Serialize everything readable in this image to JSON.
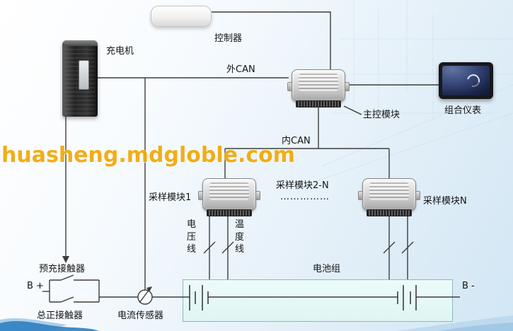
{
  "watermark": "huasheng.mdgloble.com",
  "devices": {
    "controller": "控制器",
    "charger": "充电机",
    "main_module": "主控模块",
    "instrument_cluster": "组合仪表",
    "sampling_module_1": "采样模块1",
    "sampling_module_2n": "采样模块2-N",
    "sampling_module_2n_dots": "……………",
    "sampling_module_n": "采样模块N"
  },
  "buses": {
    "external_can": "外CAN",
    "internal_can": "内CAN"
  },
  "wires": {
    "voltage_line": "电压线",
    "temperature_line": "温度线"
  },
  "battery": {
    "pack_label": "电池组",
    "positive_terminal": "B +",
    "negative_terminal": "B -"
  },
  "components": {
    "precharge_contactor": "预充接触器",
    "main_positive_contactor": "总正接触器",
    "current_sensor": "电流传感器"
  },
  "colors": {
    "watermark": "#f2a90c",
    "line": "#3d3d3d",
    "battery_fill": "#e4f9f6",
    "accent_wave": "#2e7fc1"
  }
}
